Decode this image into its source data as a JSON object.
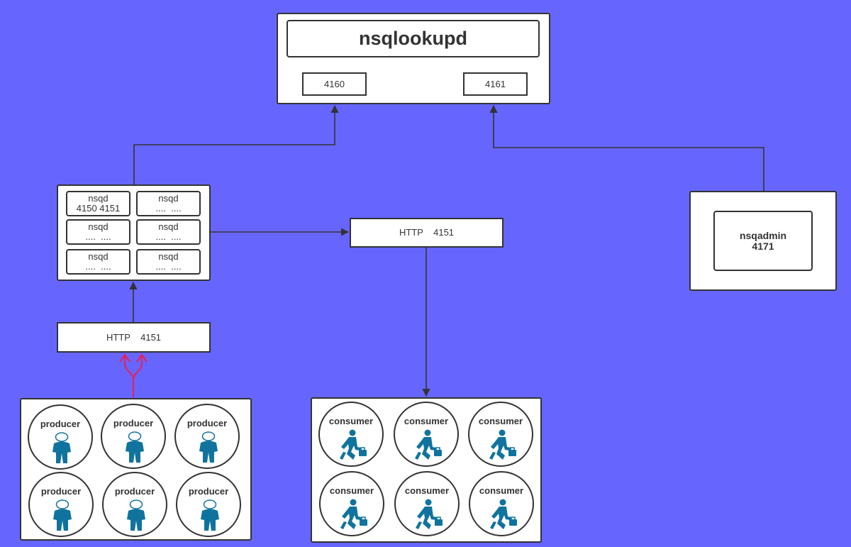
{
  "nsqlookupd": {
    "title": "nsqlookupd",
    "ports": [
      "4160",
      "4161"
    ]
  },
  "nsqd_cluster": {
    "nodes": [
      "nsqd\n4150 4151",
      "nsqd\n....  ....",
      "nsqd\n....  ....",
      "nsqd\n....  ....",
      "nsqd\n....  ....",
      "nsqd\n....  ...."
    ]
  },
  "http_consumer": {
    "label": "HTTP    4151"
  },
  "http_producer": {
    "label": "HTTP    4151"
  },
  "nsqadmin": {
    "label": "nsqadmin\n4171"
  },
  "producers": [
    "producer",
    "producer",
    "producer",
    "producer",
    "producer",
    "producer"
  ],
  "consumers": [
    "consumer",
    "consumer",
    "consumer",
    "consumer",
    "consumer",
    "consumer"
  ],
  "colors": {
    "background": "#6666ff",
    "box_fill": "#ffffff",
    "stroke": "#333333",
    "producer_arrow": "#e0245e",
    "figure": "#10739e"
  }
}
